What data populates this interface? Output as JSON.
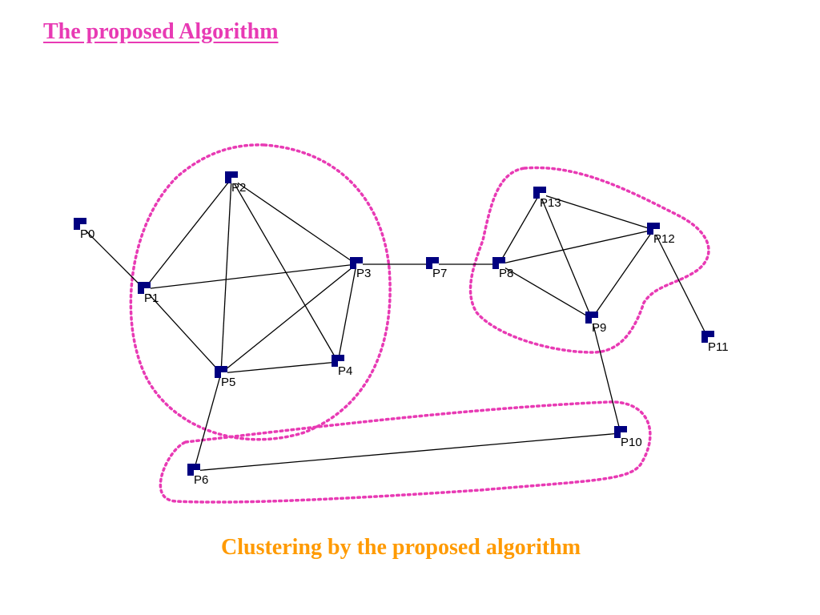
{
  "title": "The proposed Algorithm",
  "caption": "Clustering by the proposed algorithm",
  "colors": {
    "title": "#e83ab4",
    "caption": "#ff9a00",
    "cluster_outline": "#e83ab4",
    "node_fill": "#000080",
    "edge": "#000000"
  },
  "nodes": [
    "P0",
    "P1",
    "P2",
    "P3",
    "P4",
    "P5",
    "P6",
    "P7",
    "P8",
    "P9",
    "P10",
    "P11",
    "P12",
    "P13"
  ],
  "edges": [
    [
      "P0",
      "P1"
    ],
    [
      "P1",
      "P2"
    ],
    [
      "P1",
      "P3"
    ],
    [
      "P1",
      "P5"
    ],
    [
      "P2",
      "P3"
    ],
    [
      "P2",
      "P4"
    ],
    [
      "P2",
      "P5"
    ],
    [
      "P3",
      "P4"
    ],
    [
      "P3",
      "P5"
    ],
    [
      "P3",
      "P7"
    ],
    [
      "P4",
      "P5"
    ],
    [
      "P5",
      "P6"
    ],
    [
      "P6",
      "P10"
    ],
    [
      "P7",
      "P8"
    ],
    [
      "P8",
      "P13"
    ],
    [
      "P8",
      "P12"
    ],
    [
      "P8",
      "P9"
    ],
    [
      "P13",
      "P12"
    ],
    [
      "P13",
      "P9"
    ],
    [
      "P12",
      "P9"
    ],
    [
      "P12",
      "P11"
    ],
    [
      "P9",
      "P10"
    ]
  ],
  "clusters": [
    [
      "P1",
      "P2",
      "P3",
      "P4",
      "P5"
    ],
    [
      "P8",
      "P9",
      "P12",
      "P13"
    ],
    [
      "P6",
      "P10"
    ]
  ]
}
